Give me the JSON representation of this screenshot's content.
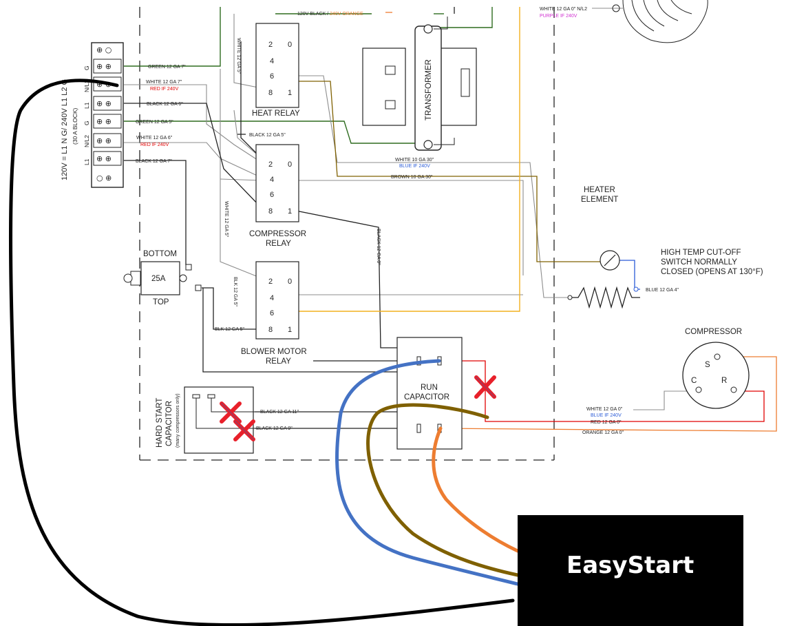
{
  "terminal_block": {
    "label_vertical": "120V = L1 N G/ 240V L1 L2 G",
    "label_vertical_2": "(30 A BLOCK)",
    "row_labels": [
      "G",
      "N/L2",
      "L1",
      "G",
      "N/L2",
      "L1"
    ]
  },
  "wires": {
    "green_7": "GREEN 12 GA 7\"",
    "white_7": "WHITE 12 GA 7\"",
    "white_7_240": "RED IF 240V",
    "black_6": "BLACK 12 GA 6\"",
    "green_5": "GREEN 12 GA 5\"",
    "white_6": "WHITE 12 GA 6\"",
    "white_6_240": "RED IF 240V",
    "black_7": "BLACK 12 GA 7\"",
    "black_5": "BLACK 12 GA 5\"",
    "white_vert_5a": "WHITE 12 GA 5\"",
    "white_vert_5b": "WHITE 12 GA 5\"",
    "blk_vert": "BLK 12 GA 5\"",
    "blk_horiz": "BLK 12 GA 5\"",
    "black_vert_8": "BLACK 12 GA 8\"",
    "top_black": "120V BLACK / ",
    "top_orange": "240V ORANGE",
    "white_10": "WHITE 10 GA 30\"",
    "white_10_240": "BLUE IF 240V",
    "brown_10": "BROWN 10 GA 30\"",
    "top_white": "WHITE 12 GA 0\" N/L2",
    "top_purple": "PURPLE IF 240V",
    "blue_4": "BLUE 12 GA 4\"",
    "black_11": "BLACK 12 GA 11\"",
    "black_9": "BLACK 12 GA 9\"",
    "white_0": "WHITE 12 GA 0\"",
    "white_0_240": "BLUE IF 240V",
    "red_0": "RED 12 GA 0\"",
    "orange_0": "ORANGE 12 GA 0\""
  },
  "components": {
    "heat_relay": "HEAT RELAY",
    "compressor_relay_1": "COMPRESSOR",
    "compressor_relay_2": "RELAY",
    "blower_relay_1": "BLOWER MOTOR",
    "blower_relay_2": "RELAY",
    "transformer": "TRANSFORMER",
    "breaker_bottom": "BOTTOM",
    "breaker_rating": "25A",
    "breaker_top": "TOP",
    "run_cap_1": "RUN",
    "run_cap_2": "CAPACITOR",
    "hard_start_1": "HARD START",
    "hard_start_2": "CAPACITOR",
    "hard_start_note": "(many compressors only)",
    "heater_1": "HEATER",
    "heater_2": "ELEMENT",
    "cutoff_1": "HIGH TEMP CUT-OFF",
    "cutoff_2": "SWITCH NORMALLY",
    "cutoff_3": "CLOSED (OPENS AT 130°F)",
    "compressor": "COMPRESSOR",
    "comp_s": "S",
    "comp_c": "C",
    "comp_r": "R",
    "easystart": "EasyStart"
  },
  "relay_pins": {
    "p2": "2",
    "p0": "0",
    "p4": "4",
    "p6": "6",
    "p8": "8",
    "p1": "1"
  },
  "colors": {
    "black_wire": "#000000",
    "blue_wire": "#4472c4",
    "brown_wire": "#7f6000",
    "orange_wire": "#ed7d31",
    "green_wire": "#2e6b1f",
    "gray_wire": "#8c8c8c",
    "yellow_wire": "#f2b01e",
    "red_wire": "#e00000",
    "x_mark": "#e8202a",
    "box_fill": "#000000"
  }
}
